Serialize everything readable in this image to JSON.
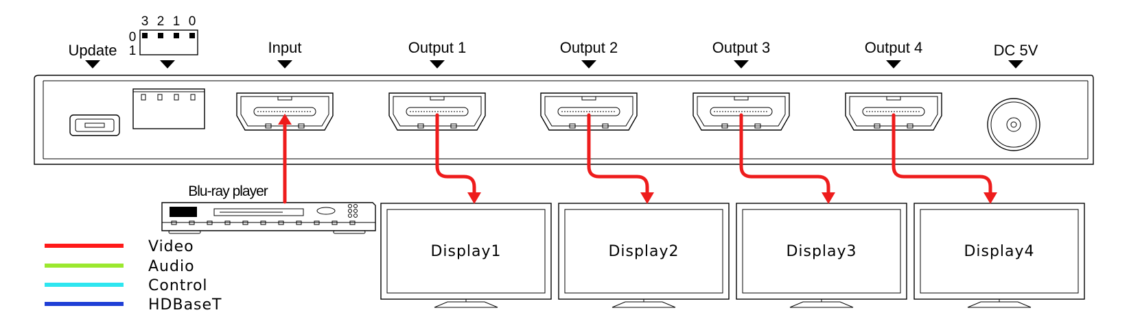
{
  "labels": {
    "update": "Update",
    "input": "Input",
    "outputs": [
      "Output 1",
      "Output 2",
      "Output 3",
      "Output 4"
    ],
    "dc": "DC 5V",
    "source": "Blu-ray player"
  },
  "dip_switch": {
    "bits": [
      "3",
      "2",
      "1",
      "0"
    ],
    "state_labels": [
      "0",
      "1"
    ]
  },
  "displays": [
    "Display1",
    "Display2",
    "Display3",
    "Display4"
  ],
  "legend": [
    {
      "label": "Video",
      "color": "#ff1a1a"
    },
    {
      "label": "Audio",
      "color": "#9be82e"
    },
    {
      "label": "Control",
      "color": "#2ee6f0"
    },
    {
      "label": "HDBaseT",
      "color": "#1f3fd6"
    }
  ],
  "signal_color": "#ee1c1c"
}
